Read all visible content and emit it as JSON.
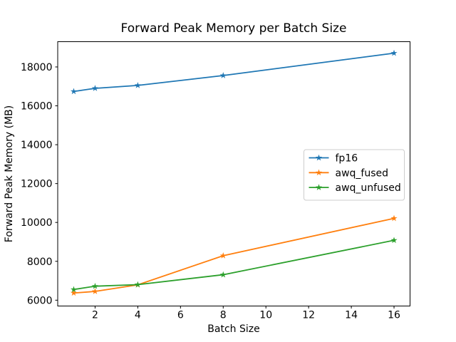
{
  "chart_data": {
    "type": "line",
    "title": "Forward Peak Memory per Batch Size",
    "xlabel": "Batch Size",
    "ylabel": "Forward Peak Memory (MB)",
    "x": [
      1,
      2,
      4,
      8,
      16
    ],
    "series": [
      {
        "name": "fp16",
        "color": "#1f77b4",
        "marker": "star",
        "values": [
          16740,
          16900,
          17050,
          17560,
          18710
        ]
      },
      {
        "name": "awq_fused",
        "color": "#ff7f0e",
        "marker": "star",
        "values": [
          6370,
          6450,
          6790,
          8290,
          10210
        ]
      },
      {
        "name": "awq_unfused",
        "color": "#2ca02c",
        "marker": "star",
        "values": [
          6550,
          6720,
          6800,
          7310,
          9080
        ]
      }
    ],
    "xticks": [
      2,
      4,
      6,
      8,
      10,
      12,
      14,
      16
    ],
    "yticks": [
      6000,
      8000,
      10000,
      12000,
      14000,
      16000,
      18000
    ],
    "xlim": [
      0.25,
      16.75
    ],
    "ylim": [
      5700,
      19300
    ],
    "grid": false,
    "legend": {
      "position": "center-right",
      "labels": [
        "fp16",
        "awq_fused",
        "awq_unfused"
      ]
    }
  },
  "colors": {
    "background": "#ffffff",
    "axis": "#000000",
    "text": "#000000",
    "legend_border": "#cccccc",
    "legend_background": "#ffffff"
  }
}
